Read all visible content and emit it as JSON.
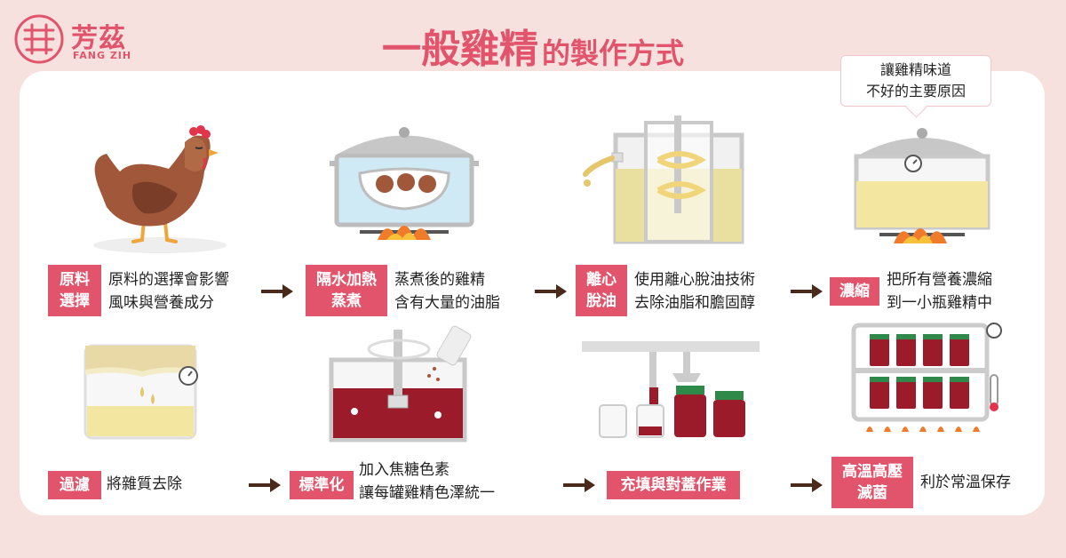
{
  "brand": {
    "name": "芳茲",
    "subname": "FANG ZIH",
    "color": "#e2546b"
  },
  "title": {
    "main": "一般雞精",
    "rest": "的製作方式"
  },
  "callout": {
    "line1": "讓雞精味道",
    "line2": "不好的主要原因"
  },
  "steps": [
    {
      "tag_line1": "原料",
      "tag_line2": "選擇",
      "desc_line1": "原料的選擇會影響",
      "desc_line2": "風味與營養成分",
      "icon": "chicken-icon"
    },
    {
      "tag_line1": "隔水加熱",
      "tag_line2": "蒸煮",
      "desc_line1": "蒸煮後的雞精",
      "desc_line2": "含有大量的油脂",
      "icon": "steaming-pot-icon"
    },
    {
      "tag_line1": "離心",
      "tag_line2": "脫油",
      "desc_line1": "使用離心脫油技術",
      "desc_line2": "去除油脂和膽固醇",
      "icon": "centrifuge-icon"
    },
    {
      "tag_line1": "濃縮",
      "tag_line2": "",
      "desc_line1": "把所有營養濃縮",
      "desc_line2": "到一小瓶雞精中",
      "icon": "concentrating-pot-icon"
    },
    {
      "tag_line1": "過濾",
      "tag_line2": "",
      "desc_line1": "將雜質去除",
      "desc_line2": "",
      "icon": "filter-jar-icon"
    },
    {
      "tag_line1": "標準化",
      "tag_line2": "",
      "desc_line1": "加入焦糖色素",
      "desc_line2": "讓每罐雞精色澤統一",
      "icon": "mixing-pot-icon"
    },
    {
      "tag_line1": "充填與對蓋作業",
      "tag_line2": "",
      "desc_line1": "",
      "desc_line2": "",
      "icon": "bottle-filling-icon"
    },
    {
      "tag_line1": "高溫高壓",
      "tag_line2": "滅菌",
      "desc_line1": "利於常溫保存",
      "desc_line2": "",
      "icon": "sterilizer-icon"
    }
  ]
}
